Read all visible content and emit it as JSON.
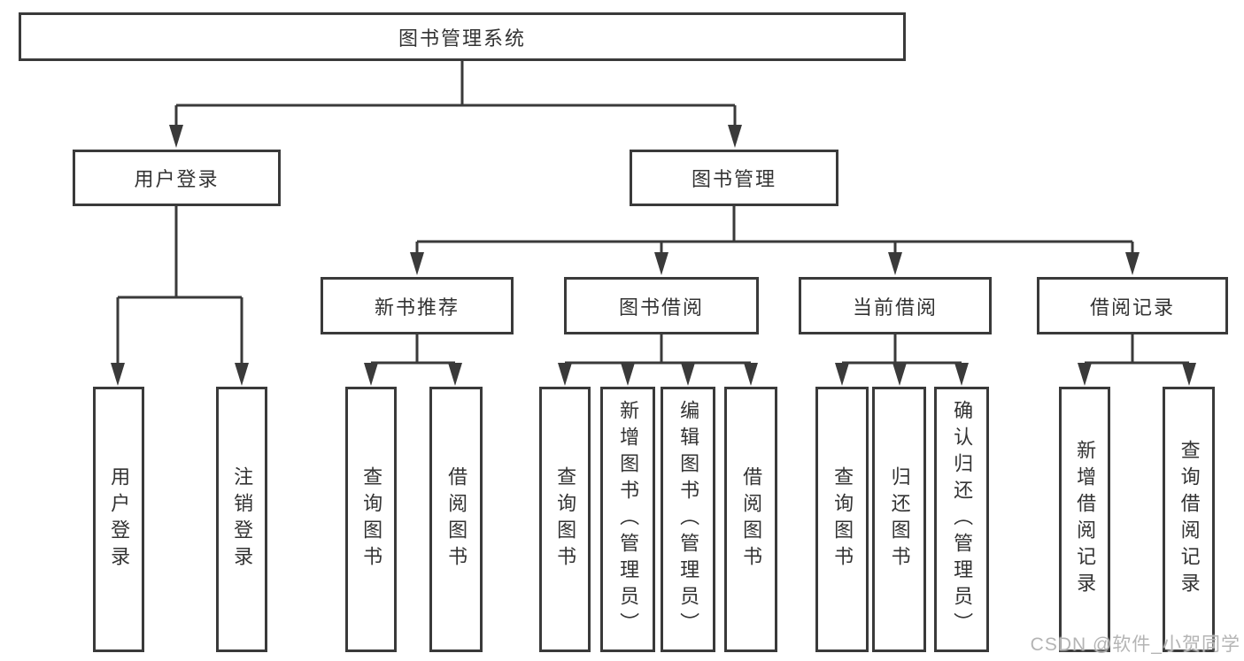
{
  "diagram_title": "图书管理系统",
  "nodes": {
    "root": "图书管理系统",
    "user_login": "用户登录",
    "book_mgmt": "图书管理",
    "new_book_rec": "新书推荐",
    "book_borrow": "图书借阅",
    "current_borrow": "当前借阅",
    "borrow_records": "借阅记录",
    "leaf_user_login": "用户登录",
    "leaf_logout": "注销登录",
    "leaf_query_1": "查询图书",
    "leaf_borrow_1": "借阅图书",
    "leaf_query_2": "查询图书",
    "leaf_add_admin": "新增图书（管理员）",
    "leaf_edit_admin": "编辑图书（管理员）",
    "leaf_borrow_2": "借阅图书",
    "leaf_query_3": "查询图书",
    "leaf_return": "归还图书",
    "leaf_confirm_admin": "确认归还（管理员）",
    "leaf_add_record": "新增借阅记录",
    "leaf_query_record": "查询借阅记录"
  },
  "watermark": {
    "text": "CSDN @软件_小贺同学",
    "color": "#b4b4b4"
  },
  "colors": {
    "line": "#3a3a3a",
    "text": "#333333",
    "node_background": "#ffffff",
    "page_background": "#ffffff"
  }
}
